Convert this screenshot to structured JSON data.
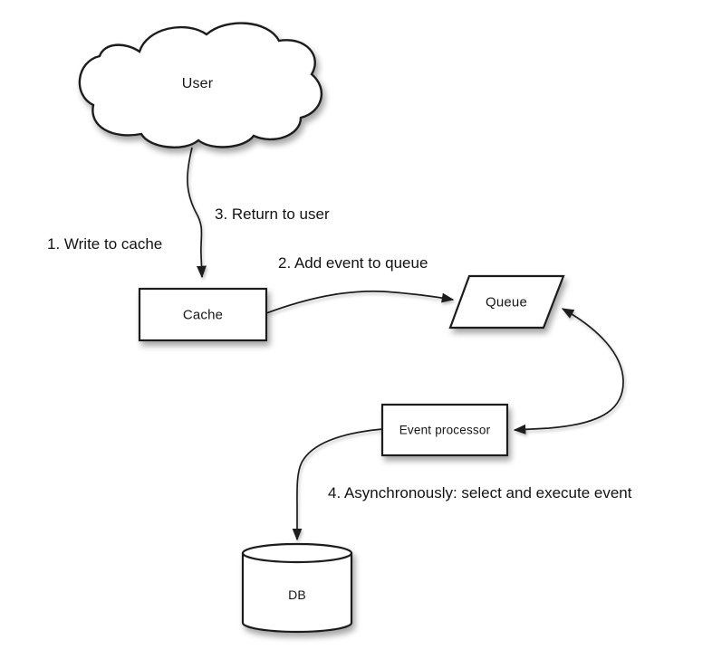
{
  "nodes": {
    "user": {
      "label": "User",
      "shape": "cloud"
    },
    "cache": {
      "label": "Cache",
      "shape": "rectangle"
    },
    "queue": {
      "label": "Queue",
      "shape": "parallelogram"
    },
    "event_processor": {
      "label": "Event processor",
      "shape": "rectangle"
    },
    "db": {
      "label": "DB",
      "shape": "cylinder"
    }
  },
  "edges": {
    "write_to_cache": {
      "label": "1. Write to cache",
      "from": "user",
      "to": "cache"
    },
    "add_event_to_queue": {
      "label": "2. Add event to queue",
      "from": "cache",
      "to": "queue"
    },
    "return_to_user": {
      "label": "3. Return to user",
      "from": "cache",
      "to": "user"
    },
    "async_execute": {
      "label": "4. Asynchronously: select and execute event",
      "from": "event_processor",
      "to": "db"
    },
    "queue_event_processor": {
      "label": "",
      "from": "queue",
      "to": "event_processor",
      "bidirectional": true
    }
  },
  "colors": {
    "background": "#ffffff",
    "shape_fill": "#ffffff",
    "stroke": "#1f1f1f",
    "text": "#161616"
  }
}
